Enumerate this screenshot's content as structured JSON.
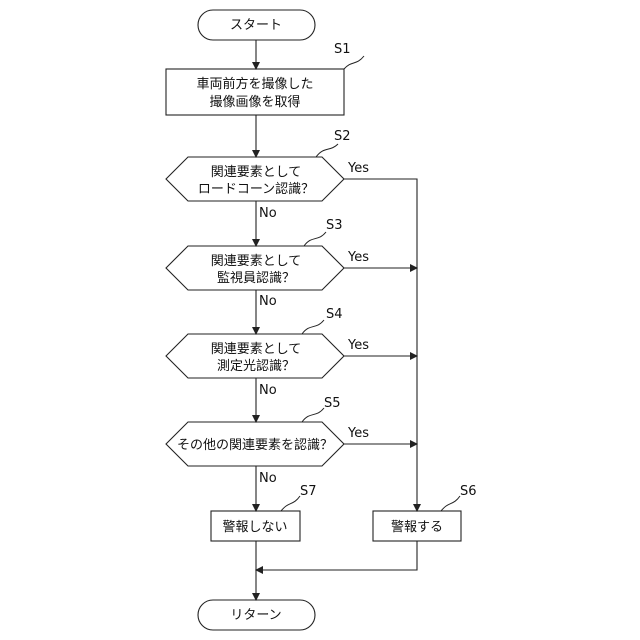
{
  "flowchart": {
    "start": "スタート",
    "s1": {
      "id": "S1",
      "lines": [
        "車両前方を撮像した",
        "撮像画像を取得"
      ]
    },
    "s2": {
      "id": "S2",
      "lines": [
        "関連要素として",
        "ロードコーン認識？"
      ]
    },
    "s3": {
      "id": "S3",
      "lines": [
        "関連要素として",
        "監視員認識？"
      ]
    },
    "s4": {
      "id": "S4",
      "lines": [
        "関連要素として",
        "測定光認識？"
      ]
    },
    "s5": {
      "id": "S5",
      "lines": [
        "その他の関連要素を認識？"
      ]
    },
    "s6": {
      "id": "S6",
      "text": "警報する"
    },
    "s7": {
      "id": "S7",
      "text": "警報しない"
    },
    "end": "リターン",
    "yes": "Yes",
    "no": "No"
  }
}
